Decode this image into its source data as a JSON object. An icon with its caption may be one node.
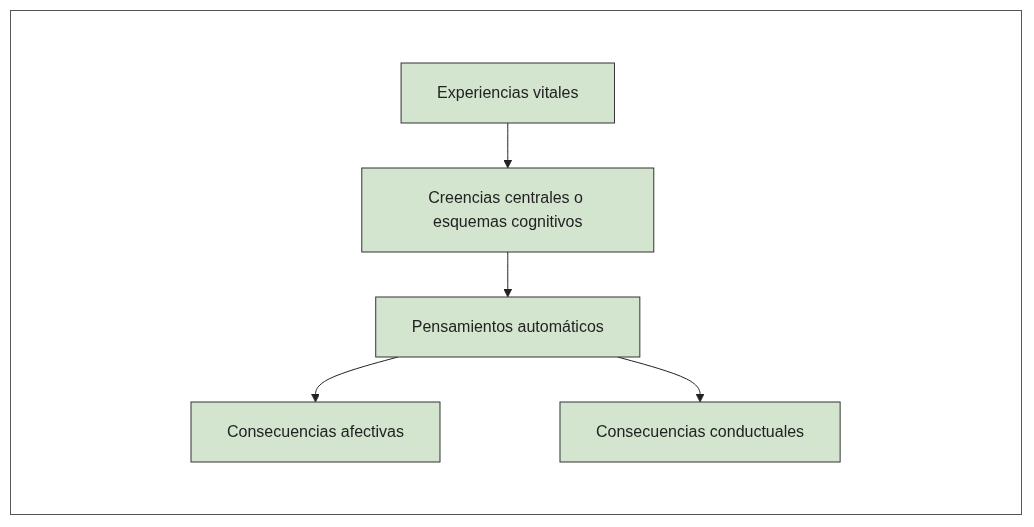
{
  "diagram": {
    "nodes": [
      {
        "text": [
          "Experiencias vitales"
        ]
      },
      {
        "text": [
          "Creencias centrales o esquemas cognitivos"
        ]
      },
      {
        "text": [
          "Pensamientos automáticos"
        ]
      },
      {
        "text": [
          "Consecuencias afectivas"
        ]
      },
      {
        "text": [
          "Consecuencias conductuales"
        ]
      }
    ],
    "edges": [
      {
        "from": 0,
        "to": 1,
        "arrow": "to"
      },
      {
        "from": 1,
        "to": 2,
        "arrow": "to"
      },
      {
        "from": 2,
        "to": 3,
        "arrow": "to"
      },
      {
        "from": 2,
        "to": 4,
        "arrow": "to"
      }
    ]
  }
}
